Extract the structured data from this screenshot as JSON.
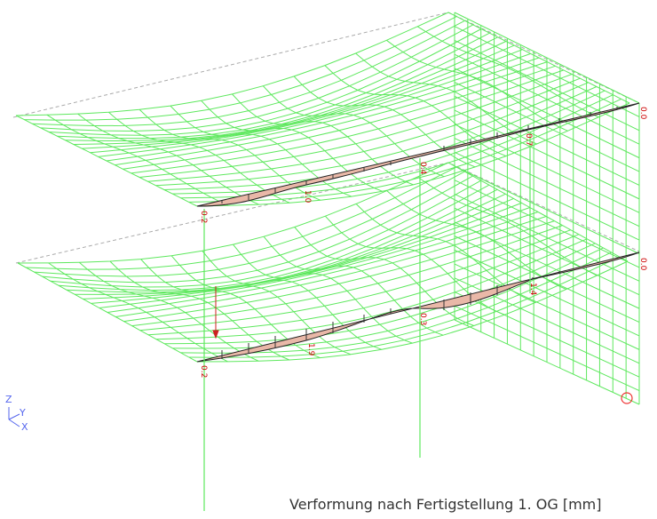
{
  "caption": "Verformung nach Fertigstellung 1. OG [mm]",
  "axes": {
    "z": "Z",
    "y": "Y",
    "x": "X"
  },
  "colors": {
    "mesh": "#5ee85e",
    "dashed": "#aaaaaa",
    "fill": "#e9b8a8",
    "value_text": "#cc0000",
    "axis": "#5566ee",
    "support": "#ee3333"
  },
  "upper_slab_values": [
    "0.2",
    "1.0",
    "0.4",
    "0.7",
    "0.0"
  ],
  "lower_slab_values": [
    "0.2",
    "1.9",
    "0.3",
    "1.4",
    "0.0"
  ]
}
